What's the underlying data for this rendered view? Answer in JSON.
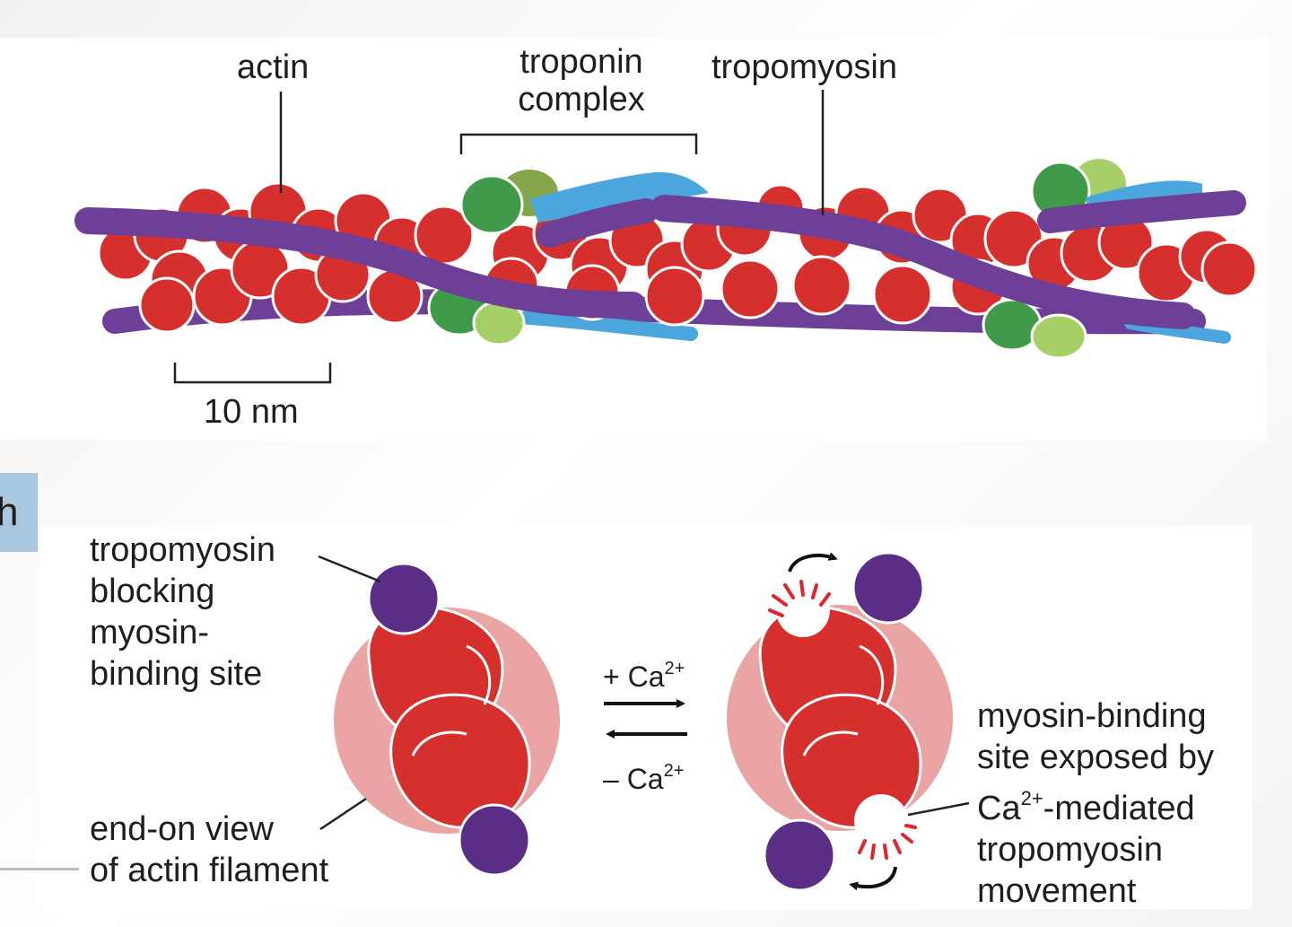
{
  "top_diagram": {
    "labels": {
      "actin": "actin",
      "troponin_line1": "troponin",
      "troponin_line2": "complex",
      "tropomyosin": "tropomyosin",
      "scale": "10 nm"
    }
  },
  "panel_tab": {
    "letter": "h"
  },
  "bottom_diagram": {
    "left_label_lines": [
      "tropomyosin",
      "blocking",
      "myosin-",
      "binding site"
    ],
    "end_view_lines": [
      "end-on view",
      "of actin filament"
    ],
    "plus_ca": "+ Ca",
    "minus_ca": "– Ca",
    "ca_superscript": "2+",
    "right_label_lines": [
      "myosin-binding",
      "site exposed by"
    ],
    "right_label_ca": "Ca",
    "right_label_ca_sup": "2+",
    "right_label_mediated": "-mediated",
    "right_label_tail": [
      "tropomyosin",
      "movement"
    ]
  },
  "colors": {
    "actin": "#d6302e",
    "actin_outline": "#ffffff",
    "tropomyosin": "#6d3f96",
    "tropomyosin_dark": "#5a2d86",
    "troponin_dark_green": "#3f9a4a",
    "troponin_olive": "#86a64a",
    "troponin_light_green": "#a6cf68",
    "troponin_blue": "#4aa6dc",
    "end_view_disc": "#eba4a4",
    "tab_blue": "#a9c8e0"
  }
}
